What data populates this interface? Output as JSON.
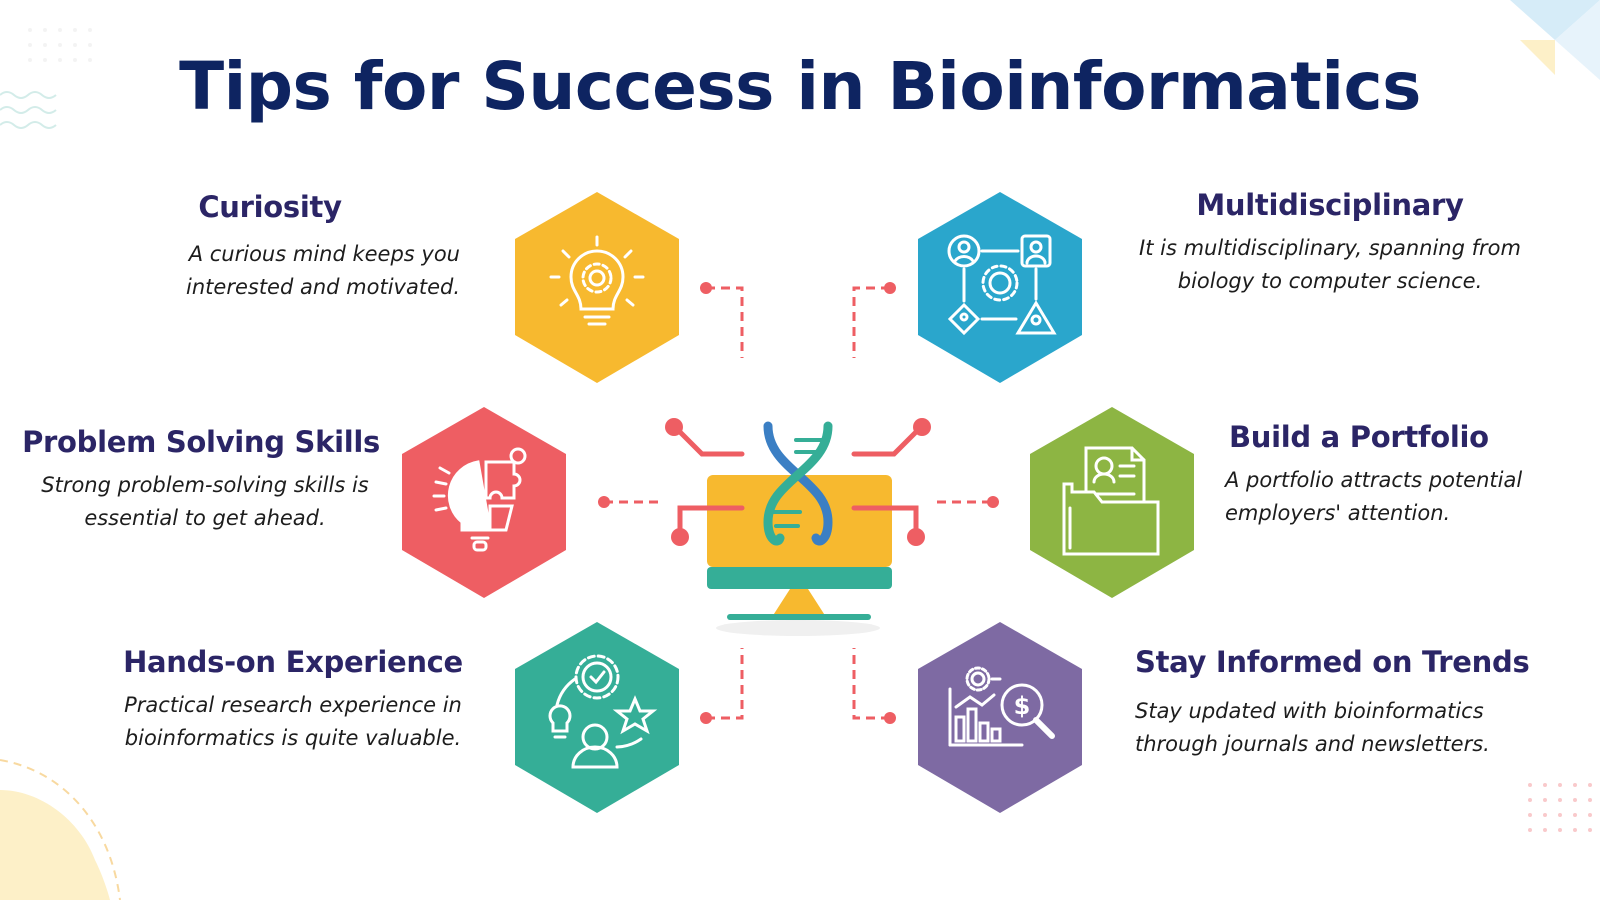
{
  "title": "Tips for Success in Bioinformatics",
  "tips": [
    {
      "id": "curiosity",
      "heading": "Curiosity",
      "body": "A curious mind keeps you interested and motivated.",
      "color": "#f7b92f",
      "icon": "lightbulb-gear-icon"
    },
    {
      "id": "problem-solving",
      "heading": "Problem Solving Skills",
      "body": "Strong problem-solving skills is essential to get ahead.",
      "color": "#ee5e63",
      "icon": "puzzle-bulb-icon"
    },
    {
      "id": "hands-on",
      "heading": "Hands-on Experience",
      "body": "Practical research experience in bioinformatics is quite valuable.",
      "color": "#35ae97",
      "icon": "experience-skills-icon"
    },
    {
      "id": "multidisciplinary",
      "heading": "Multidisciplinary",
      "body": "It is multidisciplinary, spanning from biology to computer science.",
      "color": "#2aa6cc",
      "icon": "network-people-gear-icon"
    },
    {
      "id": "portfolio",
      "heading": "Build a Portfolio",
      "body": "A portfolio attracts potential employers' attention.",
      "color": "#8db543",
      "icon": "portfolio-folder-icon"
    },
    {
      "id": "trends",
      "heading": "Stay Informed on Trends",
      "body": "Stay updated with bioinformatics through journals and newsletters.",
      "color": "#7e6aa3",
      "icon": "trend-analysis-icon"
    }
  ],
  "center": {
    "icon": "dna-monitor-icon",
    "monitor_color": "#f7b92f",
    "base_color": "#35ae97",
    "dna_colors": [
      "#35ae97",
      "#3b7fc4"
    ],
    "connector_color": "#ee5e63"
  }
}
